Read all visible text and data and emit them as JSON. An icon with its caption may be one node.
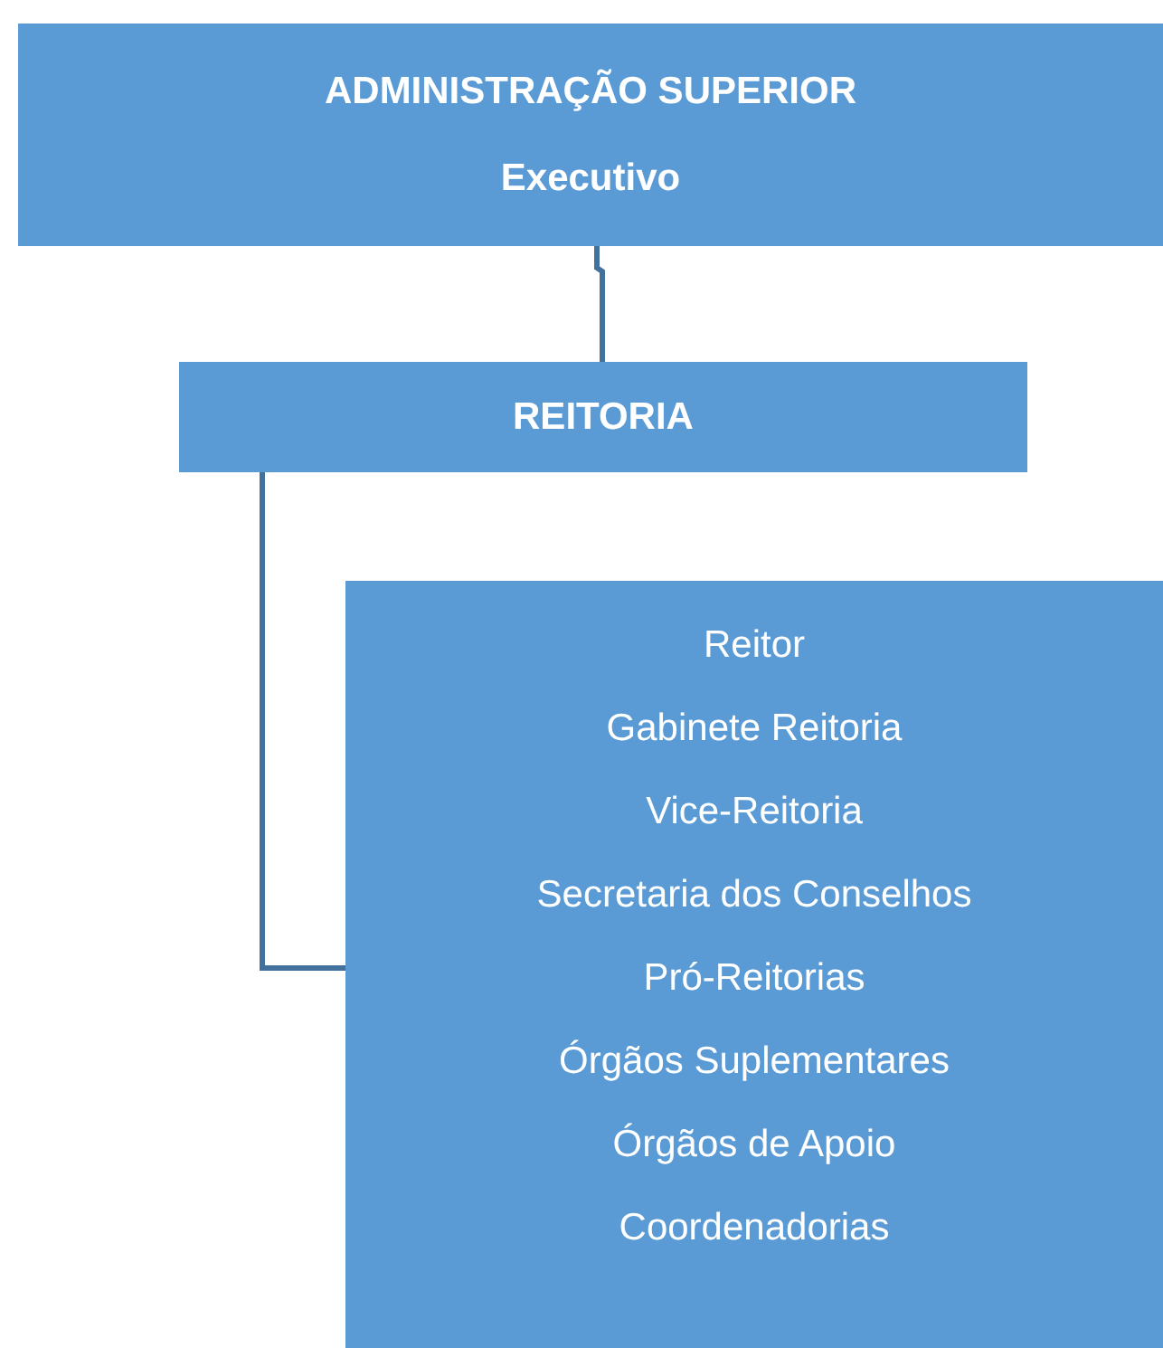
{
  "diagram": {
    "nodes": [
      {
        "text": [
          "ADMINISTRAÇÃO SUPERIOR",
          "Executivo"
        ]
      },
      {
        "text": [
          "REITORIA"
        ]
      },
      {
        "text": [
          "Reitor",
          "Gabinete Reitoria",
          "Vice-Reitoria",
          "Secretaria dos Conselhos",
          "Pró-Reitorias",
          "Órgãos Suplementares",
          "Órgãos de Apoio",
          "Coordenadorias"
        ]
      }
    ],
    "edges": [
      {
        "from": 0,
        "to": 1,
        "arrow": "none"
      },
      {
        "from": 1,
        "to": 2,
        "arrow": "none"
      }
    ]
  }
}
